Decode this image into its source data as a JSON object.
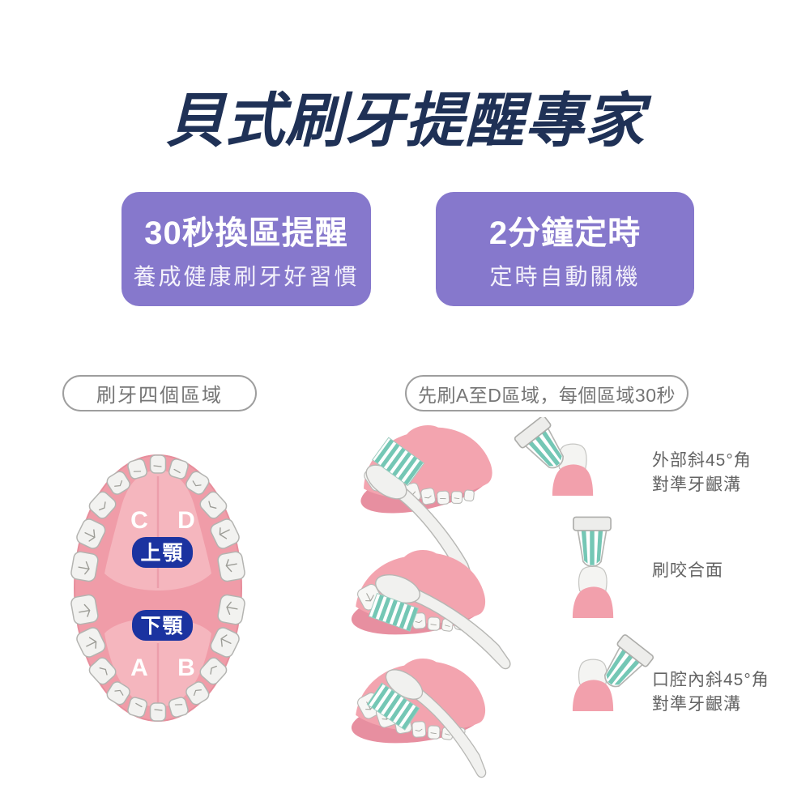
{
  "title": "貝式刷牙提醒專家",
  "feature_cards": [
    {
      "title": "30秒換區提醒",
      "subtitle": "養成健康刷牙好習慣"
    },
    {
      "title": "2分鐘定時",
      "subtitle": "定時自動關機"
    }
  ],
  "section_labels": {
    "zones": "刷牙四個區域",
    "sequence": "先刷A至D區域，每個區域30秒"
  },
  "mouth_diagram": {
    "upper_badge": "上顎",
    "lower_badge": "下顎",
    "zones": {
      "c": "C",
      "d": "D",
      "a": "A",
      "b": "B"
    }
  },
  "steps": [
    {
      "caption_lines": [
        "外部斜45°角",
        "對準牙齦溝"
      ]
    },
    {
      "caption_lines": [
        "刷咬合面"
      ]
    },
    {
      "caption_lines": [
        "口腔內斜45°角",
        "對準牙齦溝"
      ]
    }
  ],
  "colors": {
    "title_navy": "#1F3156",
    "card_purple": "#8678CC",
    "badge_blue": "#1B33A0",
    "gum_ring_pink": "#F09CA8",
    "palate_pink": "#F5B6BE",
    "illustration_gum_pink": "#F3A4AF",
    "bristle_teal": "#74C7B5",
    "pill_gray": "#757575",
    "caption_gray": "#646464"
  }
}
